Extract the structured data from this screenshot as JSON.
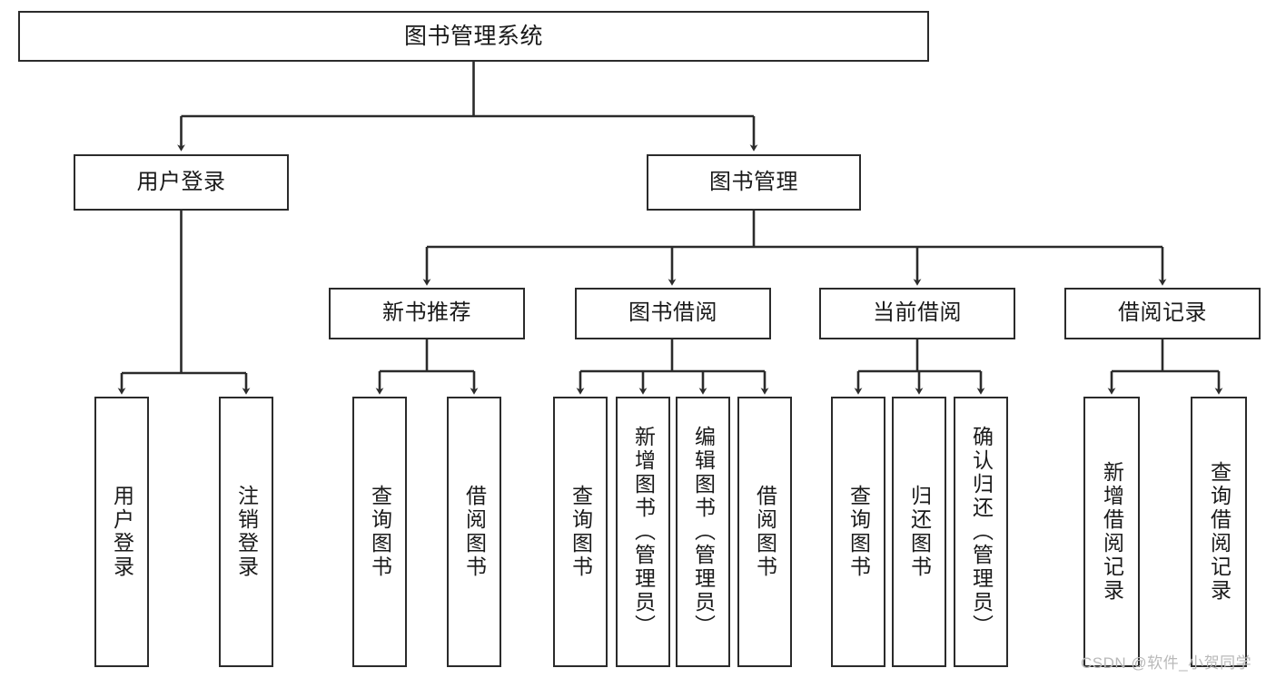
{
  "diagram": {
    "type": "tree-hierarchy",
    "title": "图书管理系统",
    "colors": {
      "stroke": "#2b2b2b",
      "fill": "#ffffff",
      "text": "#1a1a1a",
      "watermark": "#b9b9b9"
    },
    "levels": {
      "root": {
        "label": "图书管理系统"
      },
      "level2": [
        {
          "label": "用户登录"
        },
        {
          "label": "图书管理"
        }
      ],
      "level3": [
        {
          "label": "新书推荐"
        },
        {
          "label": "图书借阅"
        },
        {
          "label": "当前借阅"
        },
        {
          "label": "借阅记录"
        }
      ],
      "leaves": {
        "user_login": [
          {
            "label": "用户登录"
          },
          {
            "label": "注销登录"
          }
        ],
        "new_book_recommend": [
          {
            "label": "查询图书"
          },
          {
            "label": "借阅图书"
          }
        ],
        "book_borrow": [
          {
            "label": "查询图书"
          },
          {
            "label": "新增图书（管理员）"
          },
          {
            "label": "编辑图书（管理员）"
          },
          {
            "label": "借阅图书"
          }
        ],
        "current_borrow": [
          {
            "label": "查询图书"
          },
          {
            "label": "归还图书"
          },
          {
            "label": "确认归还（管理员）"
          }
        ],
        "borrow_record": [
          {
            "label": "新增借阅记录"
          },
          {
            "label": "查询借阅记录"
          }
        ]
      }
    },
    "watermark": "CSDN @软件_小贺同学"
  }
}
